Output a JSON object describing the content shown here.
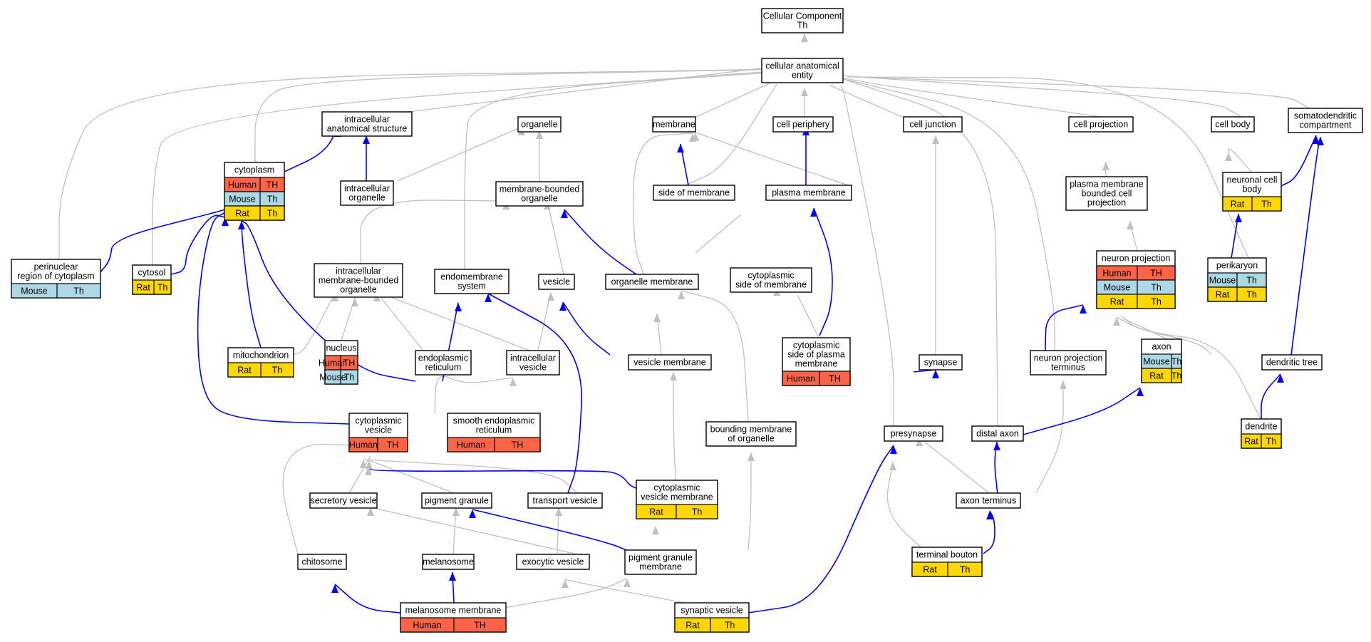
{
  "colors": {
    "human": "#ff6347",
    "mouse": "#add8e6",
    "rat": "#ffd700",
    "gray_edge": "#c0c0c0",
    "blue_edge": "#0000ff"
  },
  "nodes": {
    "cc": {
      "lines": [
        "Cellular Component",
        "Th"
      ],
      "rows": []
    },
    "cae": {
      "lines": [
        "cellular anatomical",
        "entity"
      ],
      "rows": []
    },
    "ias": {
      "lines": [
        "intracellular",
        "anatomical structure"
      ],
      "rows": []
    },
    "organelle": {
      "lines": [
        "organelle"
      ],
      "rows": []
    },
    "membrane": {
      "lines": [
        "membrane"
      ],
      "rows": []
    },
    "cellper": {
      "lines": [
        "cell periphery"
      ],
      "rows": []
    },
    "celljunc": {
      "lines": [
        "cell junction"
      ],
      "rows": []
    },
    "cellproj": {
      "lines": [
        "cell projection"
      ],
      "rows": []
    },
    "cellbody": {
      "lines": [
        "cell body"
      ],
      "rows": []
    },
    "somato": {
      "lines": [
        "somatodendritic",
        "compartment"
      ],
      "rows": []
    },
    "cytoplasm": {
      "lines": [
        "cytoplasm"
      ],
      "rows": [
        [
          "Human",
          "TH"
        ],
        [
          "Mouse",
          "Th"
        ],
        [
          "Rat",
          "Th"
        ]
      ]
    },
    "intorg": {
      "lines": [
        "intracellular",
        "organelle"
      ],
      "rows": []
    },
    "mbo": {
      "lines": [
        "membrane-bounded",
        "organelle"
      ],
      "rows": []
    },
    "sideofmem": {
      "lines": [
        "side of membrane"
      ],
      "rows": []
    },
    "plasmamem": {
      "lines": [
        "plasma membrane"
      ],
      "rows": []
    },
    "pmbcp": {
      "lines": [
        "plasma membrane",
        "bounded cell",
        "projection"
      ],
      "rows": []
    },
    "ncb": {
      "lines": [
        "neuronal cell",
        "body"
      ],
      "rows": [
        [
          "Rat",
          "Th"
        ]
      ]
    },
    "perinuc": {
      "lines": [
        "perinuclear",
        "region of cytoplasm"
      ],
      "rows": [
        [
          "Mouse",
          "Th"
        ]
      ]
    },
    "cytosol": {
      "lines": [
        "cytosol"
      ],
      "rows": [
        [
          "Rat",
          "Th"
        ]
      ]
    },
    "imbo": {
      "lines": [
        "intracellular",
        "membrane-bounded",
        "organelle"
      ],
      "rows": []
    },
    "endomem": {
      "lines": [
        "endomembrane",
        "system"
      ],
      "rows": []
    },
    "vesicle": {
      "lines": [
        "vesicle"
      ],
      "rows": []
    },
    "orgmem": {
      "lines": [
        "organelle membrane"
      ],
      "rows": []
    },
    "cytosidemem": {
      "lines": [
        "cytoplasmic",
        "side of membrane"
      ],
      "rows": []
    },
    "neuronproj": {
      "lines": [
        "neuron projection"
      ],
      "rows": [
        [
          "Human",
          "TH"
        ],
        [
          "Mouse",
          "Th"
        ],
        [
          "Rat",
          "Th"
        ]
      ]
    },
    "perikaryon": {
      "lines": [
        "perikaryon"
      ],
      "rows": [
        [
          "Mouse",
          "Th"
        ],
        [
          "Rat",
          "Th"
        ]
      ]
    },
    "mito": {
      "lines": [
        "mitochondrion"
      ],
      "rows": [
        [
          "Rat",
          "Th"
        ]
      ]
    },
    "nucleus": {
      "lines": [
        "nucleus"
      ],
      "rows": [
        [
          "Human",
          "TH"
        ],
        [
          "Mouse",
          "Th"
        ]
      ]
    },
    "er": {
      "lines": [
        "endoplasmic",
        "reticulum"
      ],
      "rows": []
    },
    "intves": {
      "lines": [
        "intracellular",
        "vesicle"
      ],
      "rows": []
    },
    "vesmem": {
      "lines": [
        "vesicle membrane"
      ],
      "rows": []
    },
    "cytosidepm": {
      "lines": [
        "cytoplasmic",
        "side of plasma",
        "membrane"
      ],
      "rows": [
        [
          "Human",
          "TH"
        ]
      ]
    },
    "synapse": {
      "lines": [
        "synapse"
      ],
      "rows": []
    },
    "npt": {
      "lines": [
        "neuron projection",
        "terminus"
      ],
      "rows": []
    },
    "axon": {
      "lines": [
        "axon"
      ],
      "rows": [
        [
          "Mouse",
          "Th"
        ],
        [
          "Rat",
          "Th"
        ]
      ]
    },
    "dendtree": {
      "lines": [
        "dendritic tree"
      ],
      "rows": []
    },
    "cytoves": {
      "lines": [
        "cytoplasmic",
        "vesicle"
      ],
      "rows": [
        [
          "Human",
          "TH"
        ]
      ]
    },
    "ser": {
      "lines": [
        "smooth endoplasmic",
        "reticulum"
      ],
      "rows": [
        [
          "Human",
          "TH"
        ]
      ]
    },
    "bmo": {
      "lines": [
        "bounding membrane",
        "of organelle"
      ],
      "rows": []
    },
    "presyn": {
      "lines": [
        "presynapse"
      ],
      "rows": []
    },
    "distaxon": {
      "lines": [
        "distal axon"
      ],
      "rows": []
    },
    "dendrite": {
      "lines": [
        "dendrite"
      ],
      "rows": [
        [
          "Rat",
          "Th"
        ]
      ]
    },
    "cvm": {
      "lines": [
        "cytoplasmic",
        "vesicle membrane"
      ],
      "rows": [
        [
          "Rat",
          "Th"
        ]
      ]
    },
    "secves": {
      "lines": [
        "secretory vesicle"
      ],
      "rows": []
    },
    "pigmgran": {
      "lines": [
        "pigment granule"
      ],
      "rows": []
    },
    "transves": {
      "lines": [
        "transport vesicle"
      ],
      "rows": []
    },
    "axonterm": {
      "lines": [
        "axon terminus"
      ],
      "rows": []
    },
    "chitosome": {
      "lines": [
        "chitosome"
      ],
      "rows": []
    },
    "melanosome": {
      "lines": [
        "melanosome"
      ],
      "rows": []
    },
    "exoves": {
      "lines": [
        "exocytic vesicle"
      ],
      "rows": []
    },
    "pgm": {
      "lines": [
        "pigment granule",
        "membrane"
      ],
      "rows": []
    },
    "termbouton": {
      "lines": [
        "terminal bouton"
      ],
      "rows": [
        [
          "Rat",
          "Th"
        ]
      ]
    },
    "melmem": {
      "lines": [
        "melanosome membrane"
      ],
      "rows": [
        [
          "Human",
          "TH"
        ]
      ]
    },
    "synves": {
      "lines": [
        "synaptic vesicle"
      ],
      "rows": [
        [
          "Rat",
          "Th"
        ]
      ]
    }
  }
}
